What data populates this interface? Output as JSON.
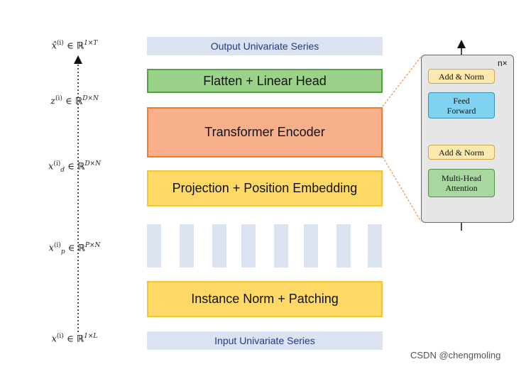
{
  "blocks": {
    "output_series": "Output Univariate Series",
    "flatten_head": "Flatten + Linear Head",
    "transformer_encoder": "Transformer Encoder",
    "projection": "Projection + Position Embedding",
    "instance_norm": "Instance Norm + Patching",
    "input_series": "Input Univariate Series"
  },
  "encoder_detail": {
    "add_norm_top": "Add & Norm",
    "feed_forward_line1": "Feed",
    "feed_forward_line2": "Forward",
    "add_norm_bottom": "Add & Norm",
    "mha_line1": "Multi-Head",
    "mha_line2": "Attention",
    "repeat": "n×"
  },
  "equations": {
    "output": {
      "var": "x̂",
      "sup": "(i)",
      "op": "∈",
      "set": "ℝ",
      "dims": "1×T"
    },
    "z": {
      "var": "z",
      "sup": "(i)",
      "op": "∈",
      "set": "ℝ",
      "dims": "D×N"
    },
    "xd": {
      "var": "x",
      "sup": "(i)",
      "sub": "d",
      "op": "∈",
      "set": "ℝ",
      "dims": "D×N"
    },
    "xp": {
      "var": "x",
      "sup": "(i)",
      "sub": "p",
      "op": "∈",
      "set": "ℝ",
      "dims": "P×N"
    },
    "input": {
      "var": "x",
      "sup": "(i)",
      "op": "∈",
      "set": "ℝ",
      "dims": "1×L"
    }
  },
  "watermark": "CSDN @chengmoling",
  "colors": {
    "series_fill": "#dbe3f1",
    "flatten_fill": "#9ad28a",
    "encoder_fill": "#f7b08b",
    "yellow_fill": "#ffd966",
    "feed_forward_fill": "#7fd3f0",
    "add_norm_fill": "#fbe9b0",
    "mha_fill": "#a8d8a0"
  }
}
